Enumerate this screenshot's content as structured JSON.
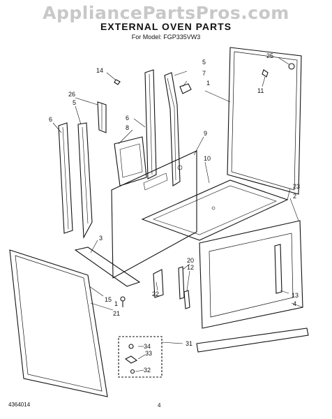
{
  "watermark": "AppliancePartsPros.com",
  "title": "EXTERNAL OVEN PARTS",
  "subtitle": "For Model: FGP335VW3",
  "footer": {
    "code": "4364014",
    "page": "4"
  },
  "callouts": [
    "1",
    "2",
    "3",
    "4",
    "5",
    "5",
    "6",
    "6",
    "7",
    "8",
    "9",
    "10",
    "11",
    "12",
    "13",
    "14",
    "15",
    "20",
    "21",
    "22",
    "23",
    "25",
    "26",
    "31",
    "32",
    "33",
    "34"
  ]
}
